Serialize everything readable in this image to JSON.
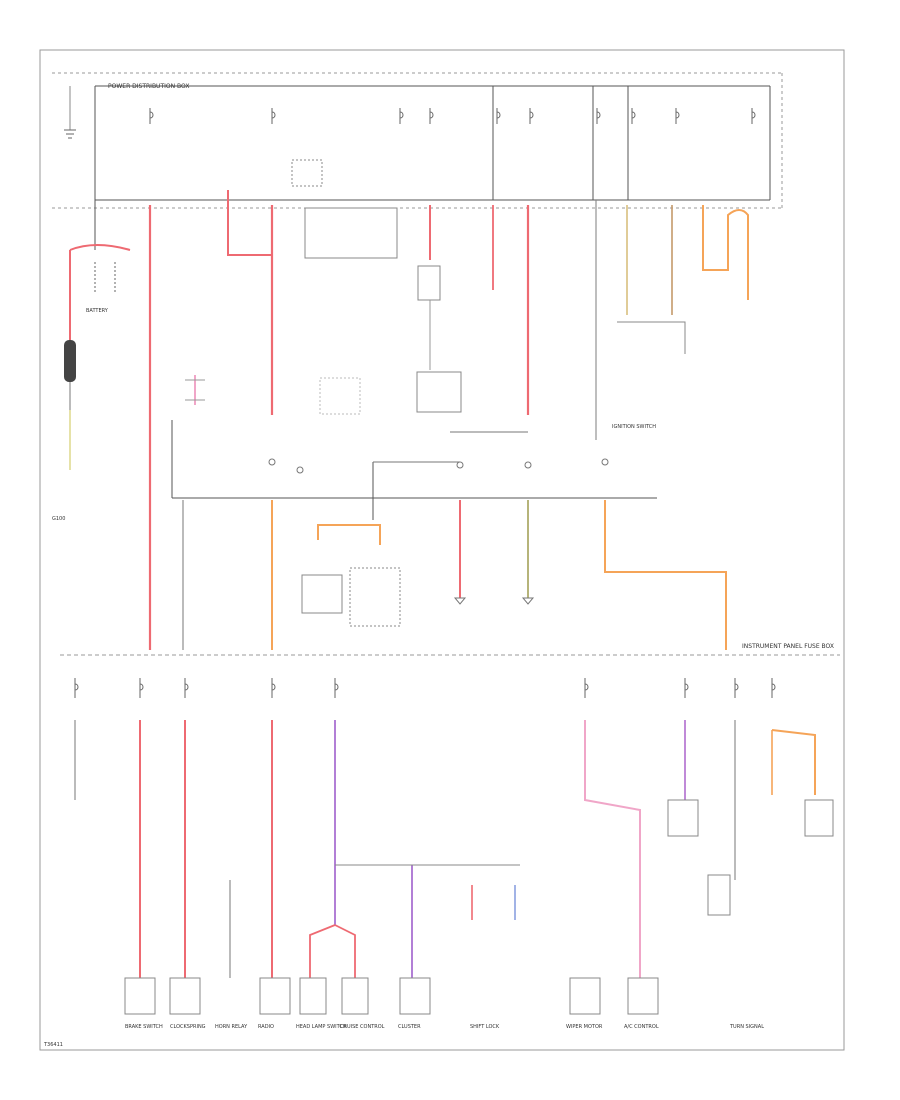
{
  "diagram": {
    "battery_label": "BATTERY",
    "ground_label": "G100",
    "footer_code": "T36411",
    "upper_box_label": "POWER DISTRIBUTION BOX",
    "lower_box_label": "INSTRUMENT PANEL FUSE BOX",
    "ignition_switch_label": "IGNITION SWITCH",
    "bottom_components": [
      "BRAKE SWITCH",
      "CLOCKSPRING",
      "HORN RELAY",
      "RADIO",
      "HEAD LAMP SWITCH",
      "CRUISE CONTROL",
      "CLUSTER",
      "SHIFT LOCK",
      "WIPER MOTOR",
      "A/C CONTROL",
      "TURN SIGNAL"
    ],
    "colors": {
      "red": "#ee6a72",
      "pink": "#f0a6c8",
      "orange": "#f5a458",
      "purple": "#b27fd6",
      "olive": "#b6b47a",
      "tan": "#d9c07e",
      "blue": "#8aa0e0",
      "wire_gray": "#9a9a9a",
      "line_black": "#555555"
    }
  }
}
